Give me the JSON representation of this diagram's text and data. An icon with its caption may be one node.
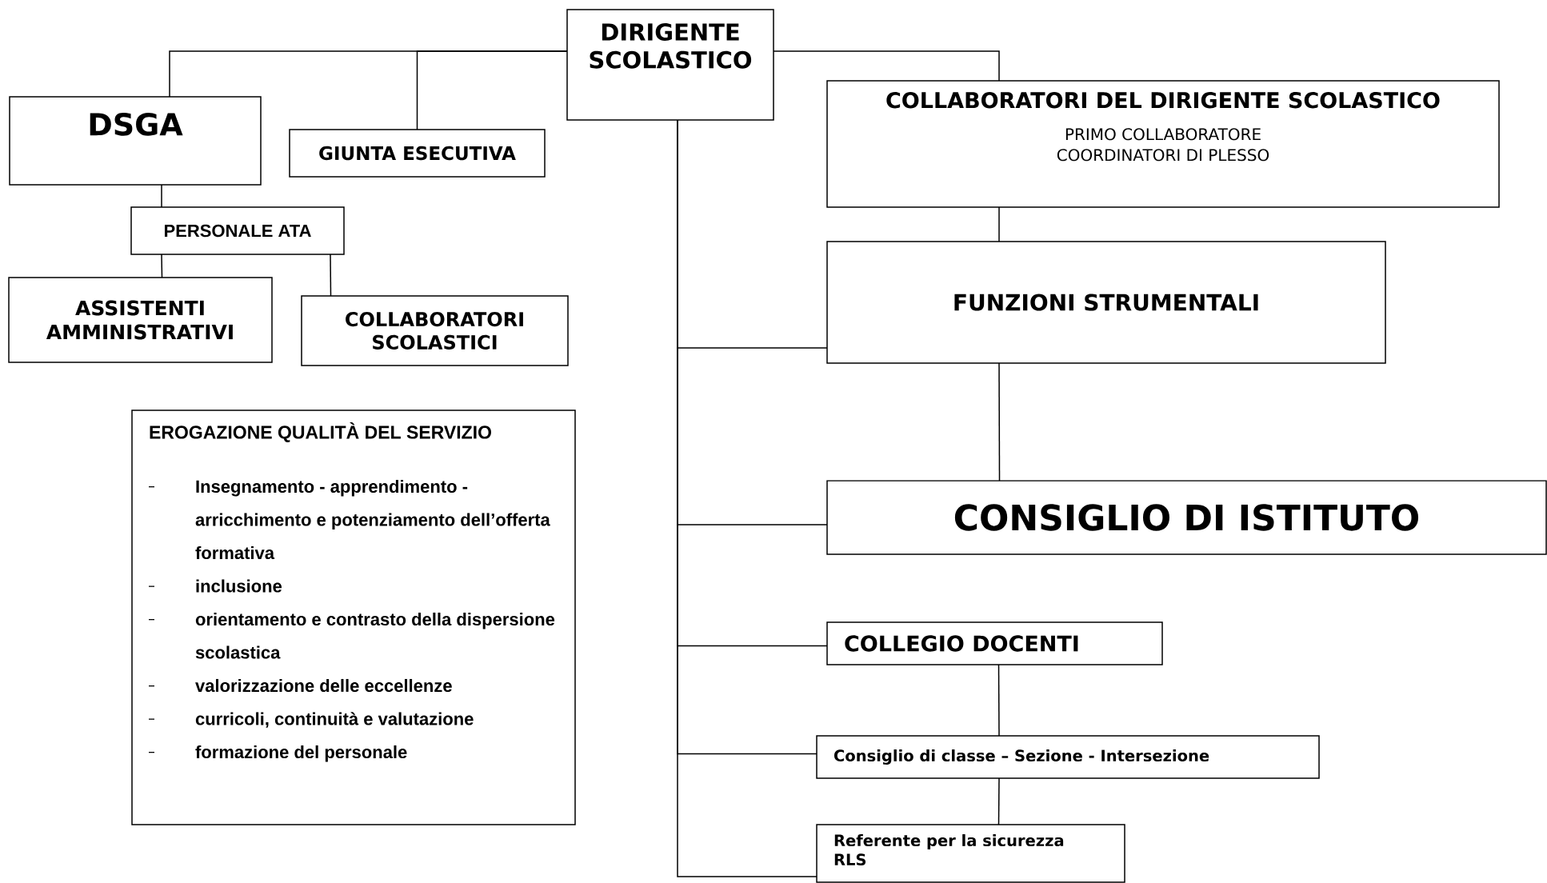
{
  "diagram": {
    "nodes": [
      {
        "text": [
          "DIRIGENTE SCOLASTICO"
        ]
      },
      {
        "text": [
          "DSGA"
        ]
      },
      {
        "text": [
          "GIUNTA ESECUTIVA"
        ]
      },
      {
        "text": [
          "COLLABORATORI DEL DIRIGENTE SCOLASTICO",
          "PRIMO COLLABORATORE",
          "COORDINATORI DI PLESSO"
        ]
      },
      {
        "text": [
          "PERSONALE ATA"
        ]
      },
      {
        "text": [
          "FUNZIONI STRUMENTALI"
        ]
      },
      {
        "text": [
          "ASSISTENTI AMMINISTRATIVI"
        ]
      },
      {
        "text": [
          "COLLABORATORI SCOLASTICI"
        ]
      },
      {
        "text": [
          "EROGAZIONE QUALITÀ DEL SERVIZIO",
          "Insegnamento - apprendimento - arricchimento e potenziamento dell’offerta formativa",
          "inclusione",
          "orientamento e contrasto della dispersione scolastica",
          "valorizzazione delle eccellenze",
          "curricoli, continuità e valutazione",
          "formazione del personale"
        ]
      },
      {
        "text": [
          "CONSIGLIO DI ISTITUTO"
        ]
      },
      {
        "text": [
          "COLLEGIO DOCENTI"
        ]
      },
      {
        "text": [
          "Consiglio di classe – Sezione - Intersezione"
        ]
      },
      {
        "text": [
          "Referente per la sicurezza",
          "RLS"
        ]
      }
    ],
    "edges": [
      {
        "from": 0,
        "to": 1,
        "arrow": "none"
      },
      {
        "from": 0,
        "to": 2,
        "arrow": "none"
      },
      {
        "from": 0,
        "to": 3,
        "arrow": "none"
      },
      {
        "from": 0,
        "to": 5,
        "arrow": "none"
      },
      {
        "from": 0,
        "to": 9,
        "arrow": "none"
      },
      {
        "from": 0,
        "to": 10,
        "arrow": "none"
      },
      {
        "from": 0,
        "to": 11,
        "arrow": "none"
      },
      {
        "from": 0,
        "to": 12,
        "arrow": "none"
      },
      {
        "from": 3,
        "to": 5,
        "arrow": "none"
      },
      {
        "from": 5,
        "to": 9,
        "arrow": "none"
      },
      {
        "from": 10,
        "to": 11,
        "arrow": "none"
      },
      {
        "from": 11,
        "to": 12,
        "arrow": "none"
      },
      {
        "from": 1,
        "to": 4,
        "arrow": "none"
      },
      {
        "from": 4,
        "to": 6,
        "arrow": "none"
      },
      {
        "from": 4,
        "to": 7,
        "arrow": "none"
      }
    ]
  }
}
